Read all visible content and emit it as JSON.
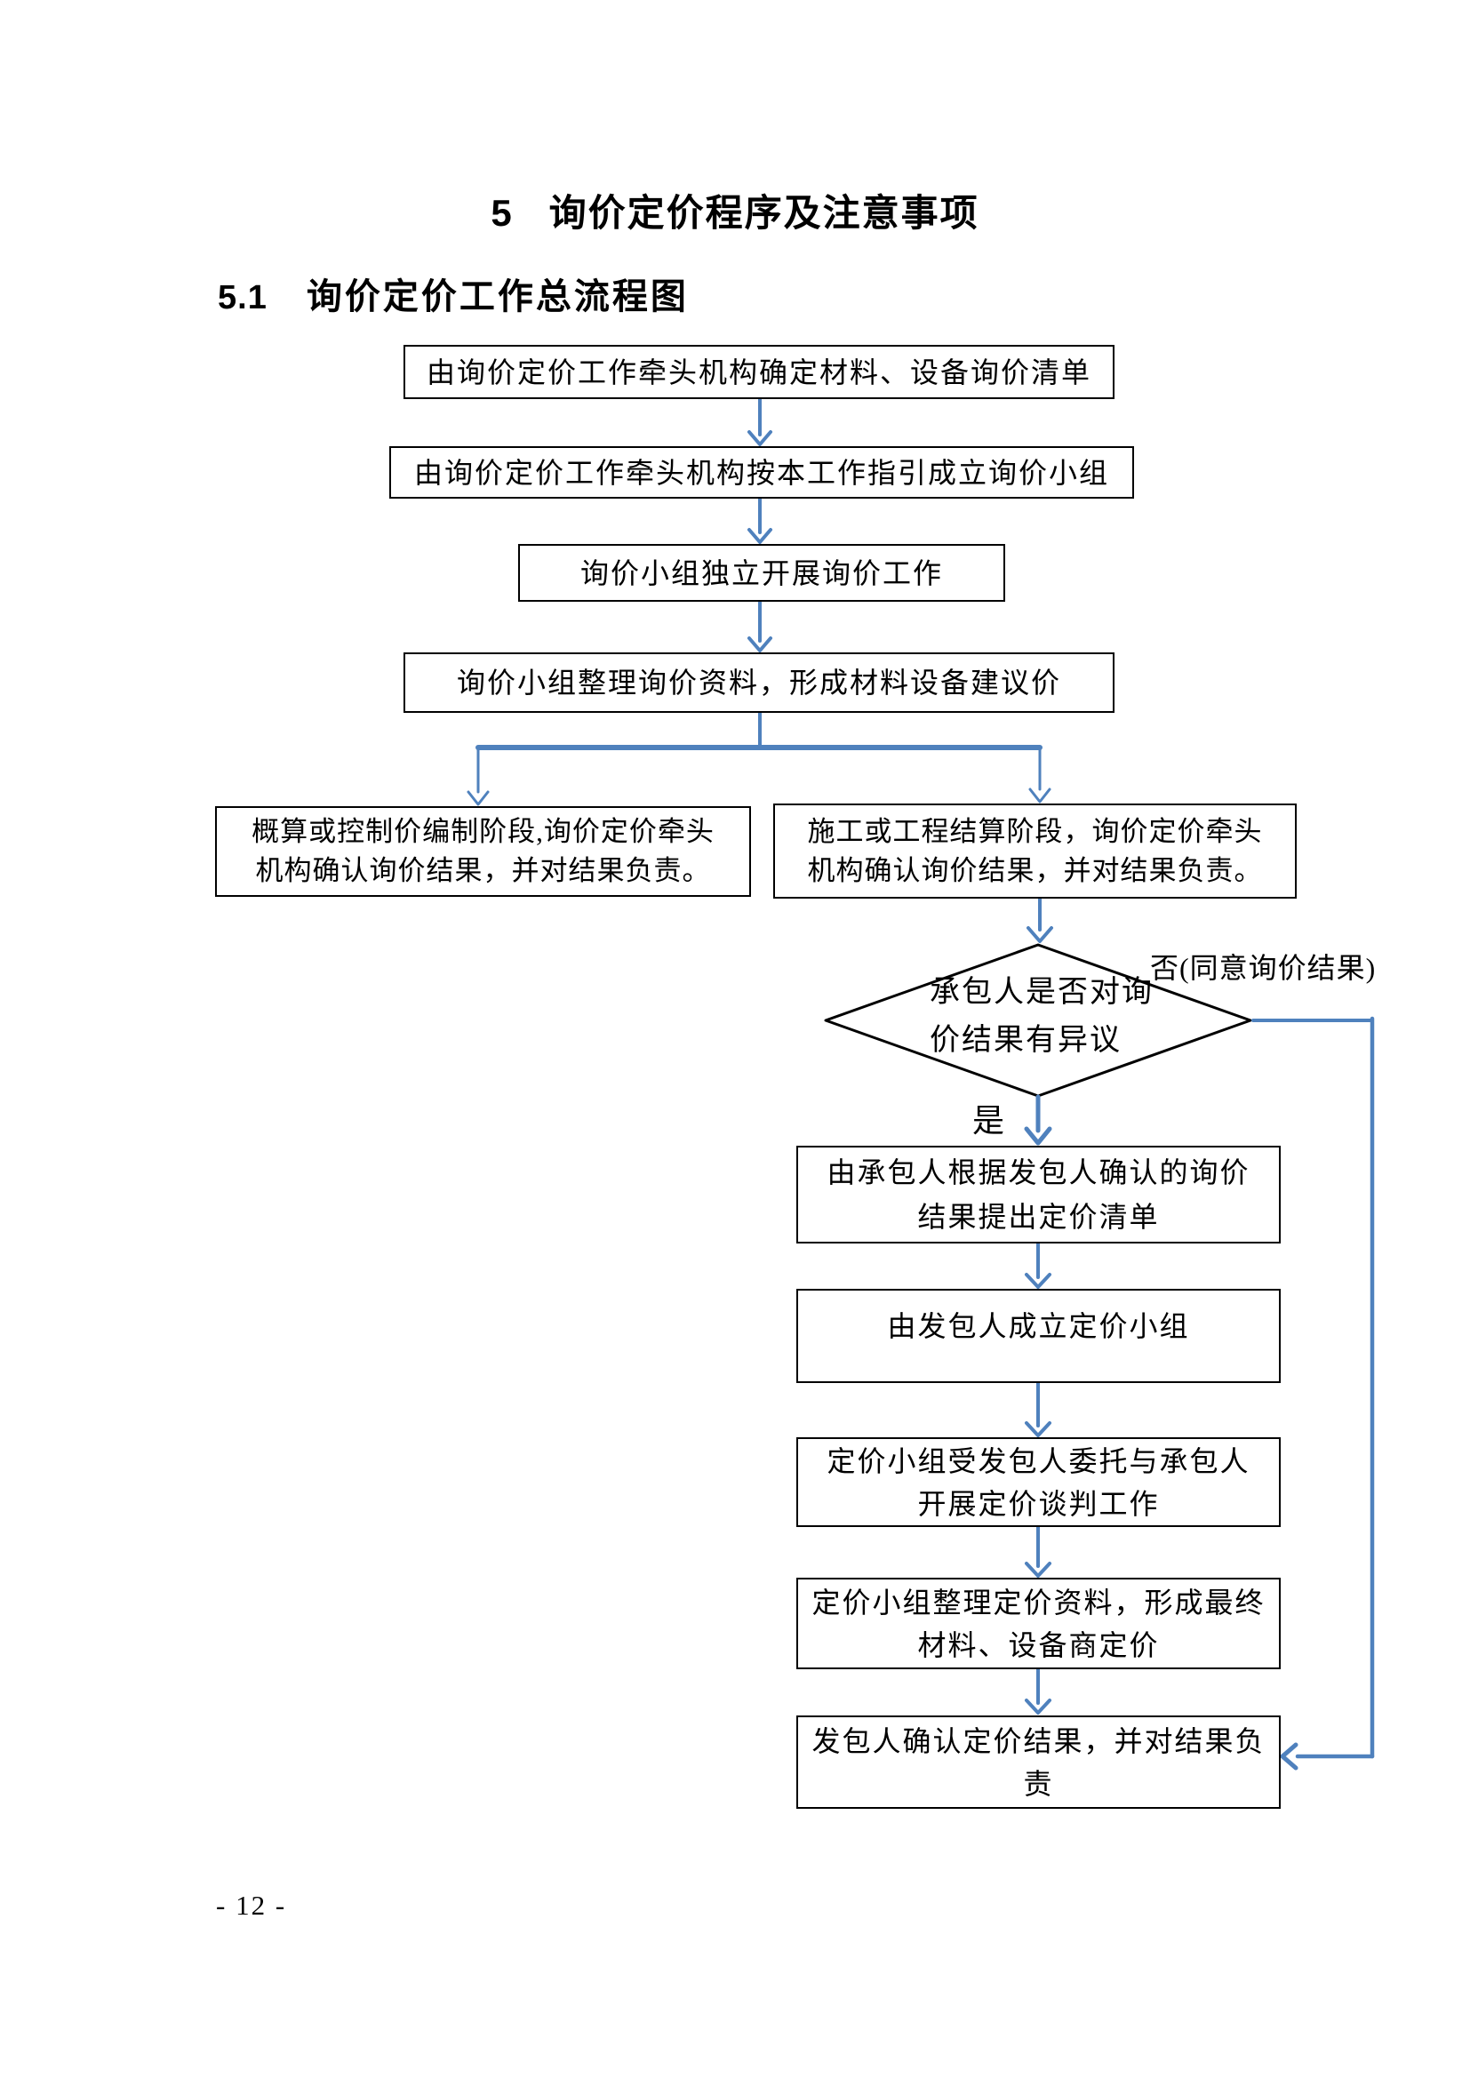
{
  "page": {
    "title": {
      "number": "5",
      "text": "询价定价程序及注意事项"
    },
    "section": {
      "number": "5.1",
      "text": "询价定价工作总流程图"
    },
    "page_number": "- 12 -"
  },
  "flowchart": {
    "accent_color": "#4f81bd",
    "boxes": {
      "confirm_inquiry_list": {
        "lines": [
          "由询价定价工作牵头机构确定材料、设备询价清单"
        ]
      },
      "establish_inquiry_team": {
        "lines": [
          "由询价定价工作牵头机构按本工作指引成立询价小组"
        ]
      },
      "independent_inquiry": {
        "lines": [
          "询价小组独立开展询价工作"
        ]
      },
      "compile_inquiry_data": {
        "lines": [
          "询价小组整理询价资料，形成材料设备建议价"
        ]
      },
      "estimate_stage": {
        "lines": [
          "概算或控制价编制阶段,询价定价牵头",
          "机构确认询价结果，并对结果负责。"
        ]
      },
      "construction_stage": {
        "lines": [
          "施工或工程结算阶段，询价定价牵头",
          "机构确认询价结果，并对结果负责。"
        ]
      },
      "pricing_list": {
        "lines": [
          "由承包人根据发包人确认的询价",
          "结果提出定价清单"
        ]
      },
      "establish_pricing_team": {
        "lines": [
          "由发包人成立定价小组"
        ]
      },
      "pricing_negotiation": {
        "lines": [
          "定价小组受发包人委托与承包人",
          "开展定价谈判工作"
        ]
      },
      "compile_pricing_data": {
        "lines": [
          "定价小组整理定价资料，形成最终",
          "材料、设备商定价"
        ]
      },
      "confirm_pricing_result": {
        "lines": [
          "发包人确认定价结果，并对结果负",
          "责"
        ]
      }
    },
    "decision": {
      "lines": [
        "承包人是否对询",
        "价结果有异议"
      ]
    },
    "labels": {
      "no": "否(同意询价结果)",
      "yes": "是"
    }
  }
}
